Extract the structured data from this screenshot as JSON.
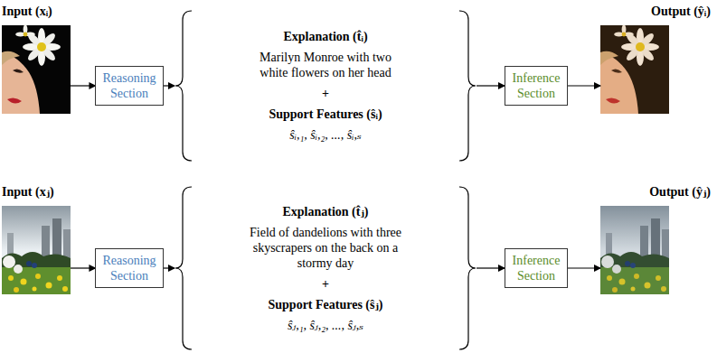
{
  "diagram": {
    "nodes": [
      {
        "text": [
          "Input (xᵢ)"
        ]
      },
      {
        "text": [
          "Reasoning Section"
        ]
      },
      {
        "text": [
          "Explanation (t̂ᵢ)",
          "Marilyn Monroe with two white flowers on her head",
          "+",
          "Support Features (ŝᵢ)",
          "ŝᵢ,₁, ŝᵢ,₂, ..., ŝᵢ,ₛ"
        ]
      },
      {
        "text": [
          "Inference Section"
        ]
      },
      {
        "text": [
          "Output (ŷᵢ)"
        ]
      },
      {
        "text": [
          "Input (xⱼ)"
        ]
      },
      {
        "text": [
          "Reasoning Section"
        ]
      },
      {
        "text": [
          "Explanation (t̂ⱼ)",
          "Field of dandelions with three skyscrapers on the back on a stormy day",
          "+",
          "Support Features (ŝⱼ)",
          "ŝⱼ,₁, ŝⱼ,₂, ..., ŝⱼ,ₛ"
        ]
      },
      {
        "text": [
          "Inference Section"
        ]
      },
      {
        "text": [
          "Output (ŷⱼ)"
        ]
      }
    ],
    "edges": [
      {
        "from": 0,
        "to": 1,
        "arrow": "to"
      },
      {
        "from": 1,
        "to": 2,
        "arrow": "to"
      },
      {
        "from": 2,
        "to": 3,
        "arrow": "to"
      },
      {
        "from": 3,
        "to": 4,
        "arrow": "to"
      },
      {
        "from": 5,
        "to": 6,
        "arrow": "to"
      },
      {
        "from": 6,
        "to": 7,
        "arrow": "to"
      },
      {
        "from": 7,
        "to": 8,
        "arrow": "to"
      },
      {
        "from": 8,
        "to": 9,
        "arrow": "to"
      }
    ]
  }
}
